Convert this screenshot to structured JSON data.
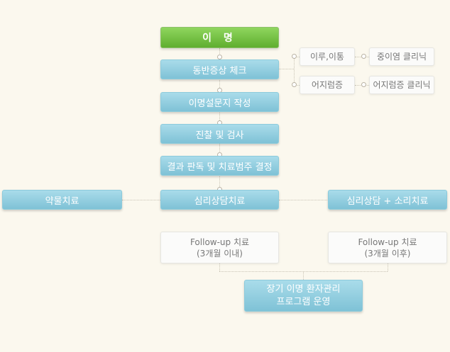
{
  "diagram": {
    "top": "이 명",
    "steps": [
      "동반증상 체크",
      "이명설문지 작성",
      "진찰 및 검사",
      "결과 판독 및 치료범주 결정"
    ],
    "symptoms": [
      {
        "label": "이루,이통",
        "clinic": "중이염 클리닉"
      },
      {
        "label": "어지럼증",
        "clinic": "어지럼증 클리닉"
      }
    ],
    "treatments": {
      "left": "약물치료",
      "center": "심리상담치료",
      "right": "심리상담 + 소리치료"
    },
    "followup": {
      "left": {
        "line1": "Follow-up 치료",
        "line2": "(3개월 이내)"
      },
      "right": {
        "line1": "Follow-up 치료",
        "line2": "(3개월 이후)"
      }
    },
    "final": {
      "line1": "장기 이명 환자관리",
      "line2": "프로그램 운영"
    }
  }
}
